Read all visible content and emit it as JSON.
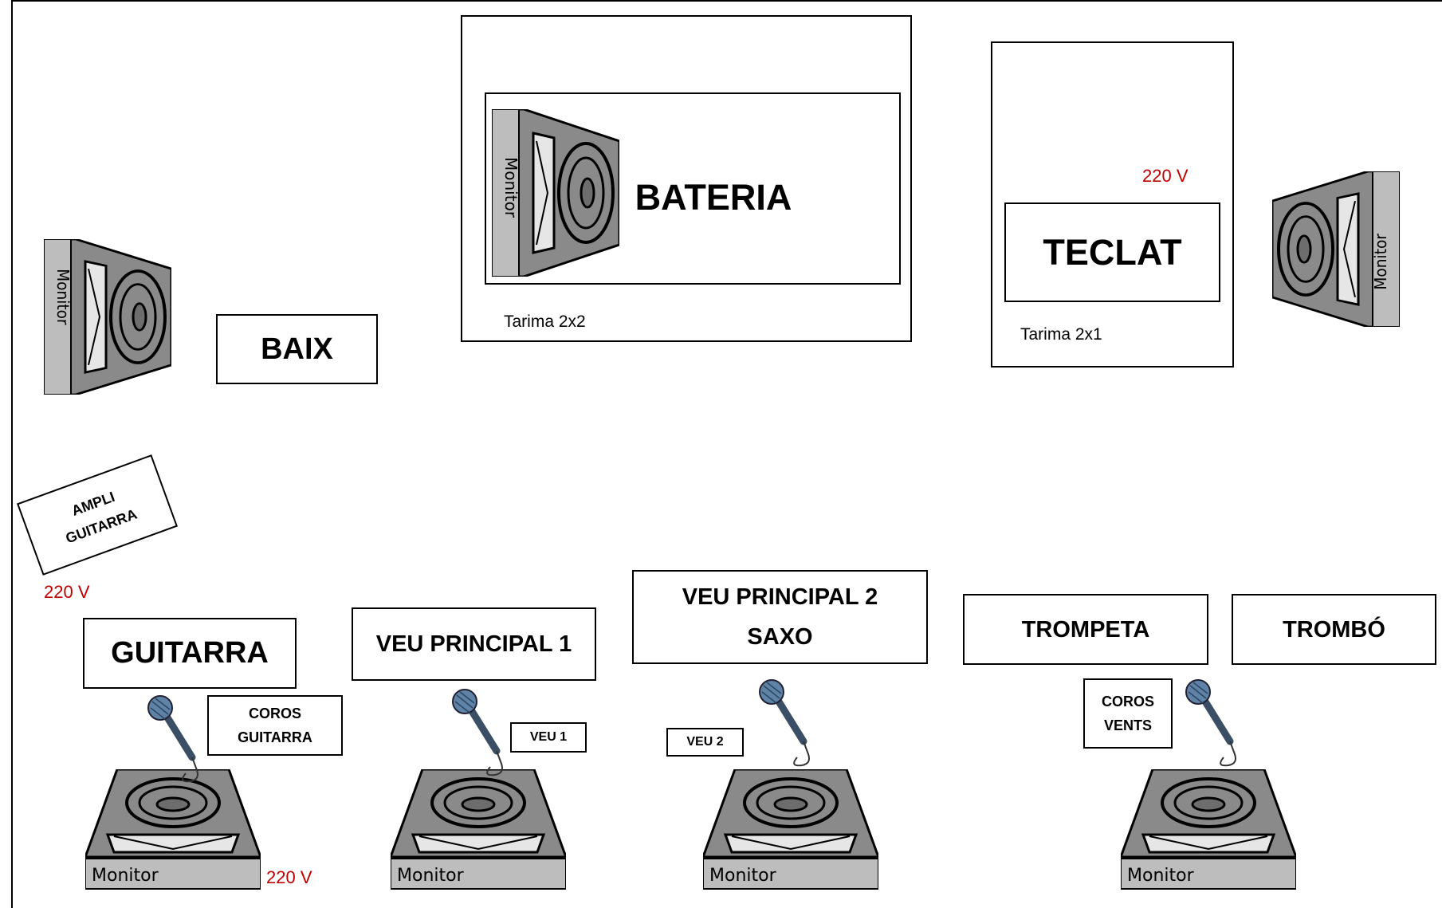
{
  "colors": {
    "line": "#000000",
    "voltage": "#c00000",
    "monitor_body": "#8a8a8a",
    "monitor_face": "#bdbdbd",
    "mic_head": "#5f83a7"
  },
  "stage_labels": {
    "bateria": "BATERIA",
    "teclat": "TECLAT",
    "baix": "BAIX",
    "ampli_line1": "AMPLI",
    "ampli_line2": "GUITARRA",
    "guitarra": "GUITARRA",
    "veu_principal_1": "VEU PRINCIPAL 1",
    "veu_principal_2_line1": "VEU PRINCIPAL 2",
    "veu_principal_2_line2": "SAXO",
    "trompeta": "TROMPETA",
    "trombo": "TROMBÓ",
    "coros_guitarra_line1": "COROS",
    "coros_guitarra_line2": "GUITARRA",
    "veu_1": "VEU 1",
    "veu_2": "VEU 2",
    "coros_vents_line1": "COROS",
    "coros_vents_line2": "VENTS"
  },
  "platforms": {
    "tarima_bateria": "Tarima 2x2",
    "tarima_teclat": "Tarima 2x1"
  },
  "power": {
    "teclat": "220 V",
    "ampli": "220 V",
    "guitarra_monitor": "220 V"
  },
  "monitor_text": "Monitor",
  "icons": [
    "monitor-icon",
    "microphone-icon"
  ]
}
